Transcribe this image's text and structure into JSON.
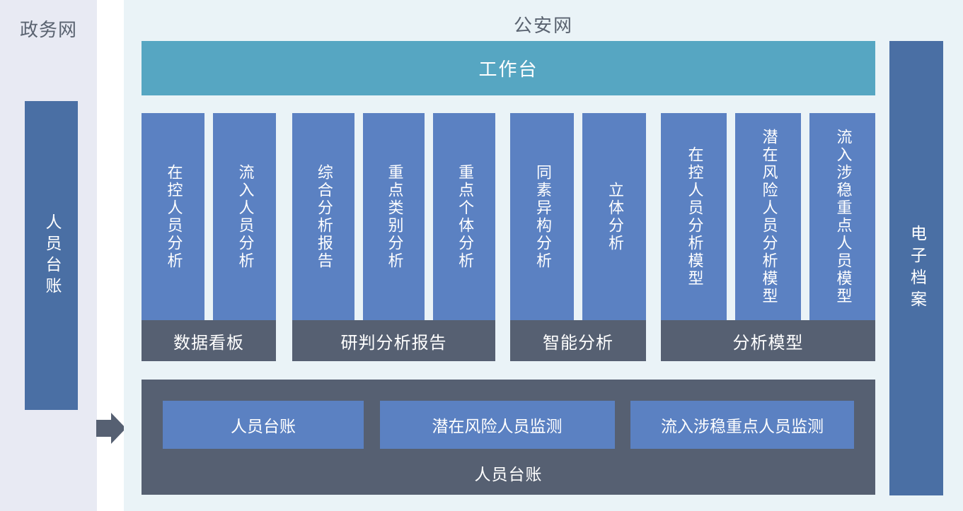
{
  "left_panel": {
    "title": "政务网",
    "bar_label": "人员台账"
  },
  "main_panel": {
    "title": "公安网",
    "workbench_label": "工作台",
    "groups": [
      {
        "label": "数据看板",
        "items": [
          "在控人员分析",
          "流入人员分析"
        ]
      },
      {
        "label": "研判分析报告",
        "items": [
          "综合分析报告",
          "重点类别分析",
          "重点个体分析"
        ]
      },
      {
        "label": "智能分析",
        "items": [
          "同素异构分析",
          "立体分析"
        ]
      },
      {
        "label": "分析模型",
        "items": [
          "在控人员分析模型",
          "潜在风险人员分析模型",
          "流入涉稳重点人员模型"
        ]
      }
    ],
    "bottom_panel": {
      "label": "人员台账",
      "buttons": [
        "人员台账",
        "潜在风险人员监测",
        "流入涉稳重点人员监测"
      ]
    },
    "right_bar_label": "电子档案"
  },
  "colors": {
    "left_panel_bg": "#e8eaf3",
    "main_panel_bg": "#eaf3f7",
    "dark_blue_bar": "#4a6fa4",
    "light_blue_bar": "#5b81c2",
    "teal_bar": "#56a6c2",
    "gray_bar": "#566072",
    "title_text": "#5a6370",
    "bar_text": "#ffffff"
  }
}
